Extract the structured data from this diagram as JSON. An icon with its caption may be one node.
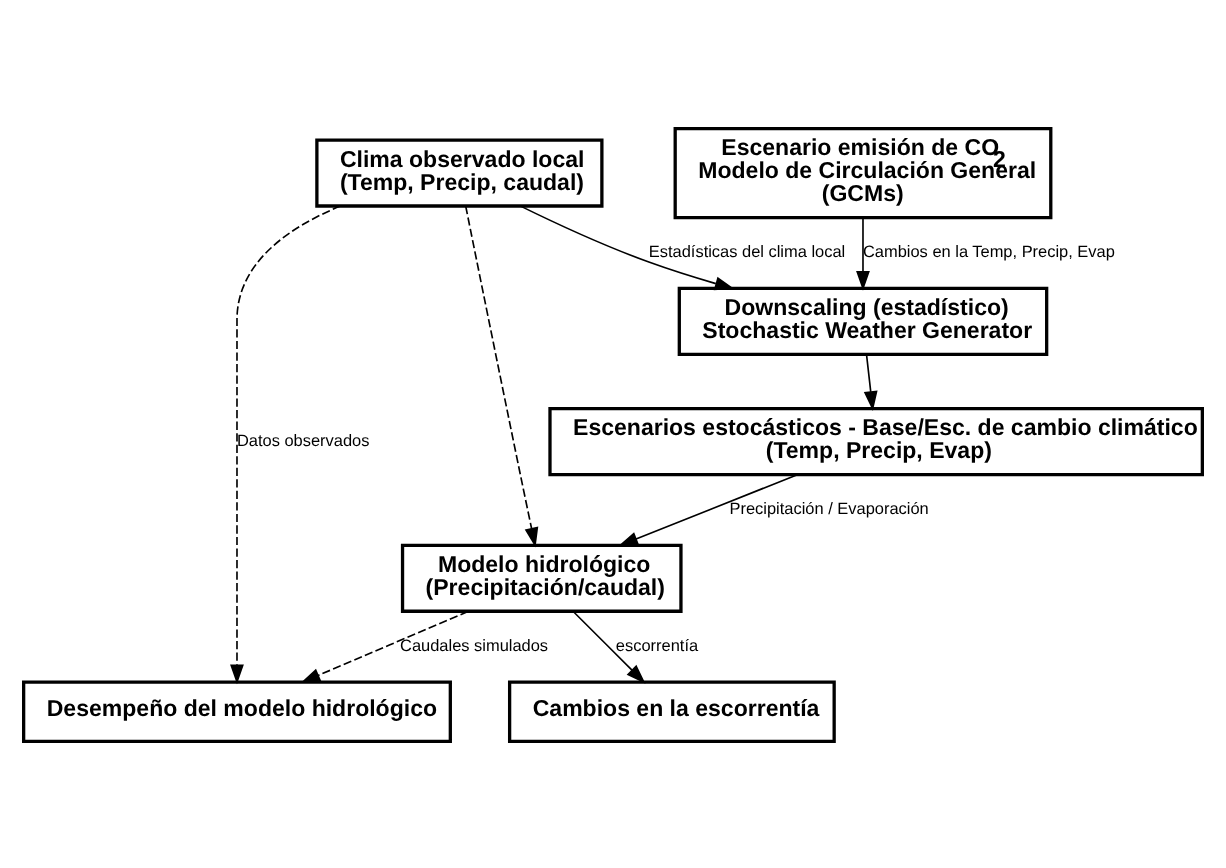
{
  "diagram": {
    "nodes": [
      {
        "text": [
          "Clima observado local",
          "(Temp, Precip, caudal)"
        ]
      },
      {
        "text": [
          "Escenario emisión de CO$_{2}$",
          "Modelo de Circulación General",
          "(GCMs)"
        ]
      },
      {
        "text": [
          "Downscaling (estadístico)",
          "Stochastic Weather Generator"
        ]
      },
      {
        "text": [
          "Escenarios estocásticos - Base/Esc. de cambio climático",
          "(Temp, Precip, Evap)"
        ]
      },
      {
        "text": [
          "Modelo hidrológico",
          "(Precipitación/caudal)"
        ]
      },
      {
        "text": [
          "Desempeño del modelo hidrológico"
        ]
      },
      {
        "text": [
          "Cambios en la escorrentía"
        ]
      }
    ],
    "edges": [
      {
        "from": 0,
        "to": 2,
        "arrow": "to",
        "label": "Estadísticas del clima local"
      },
      {
        "from": 1,
        "to": 2,
        "arrow": "to",
        "label": "Cambios en la Temp, Precip, Evap"
      },
      {
        "from": 2,
        "to": 3,
        "arrow": "to"
      },
      {
        "from": 3,
        "to": 4,
        "arrow": "to",
        "label": "Precipitación / Evaporación"
      },
      {
        "from": 0,
        "to": 5,
        "arrow": "to",
        "style": "dashed",
        "label": "Datos observados"
      },
      {
        "from": 0,
        "to": 4,
        "arrow": "to",
        "style": "dashed"
      },
      {
        "from": 4,
        "to": 5,
        "arrow": "to",
        "style": "dashed",
        "label": "Caudales simulados"
      },
      {
        "from": 4,
        "to": 6,
        "arrow": "to",
        "label": "escorrentía"
      }
    ]
  }
}
